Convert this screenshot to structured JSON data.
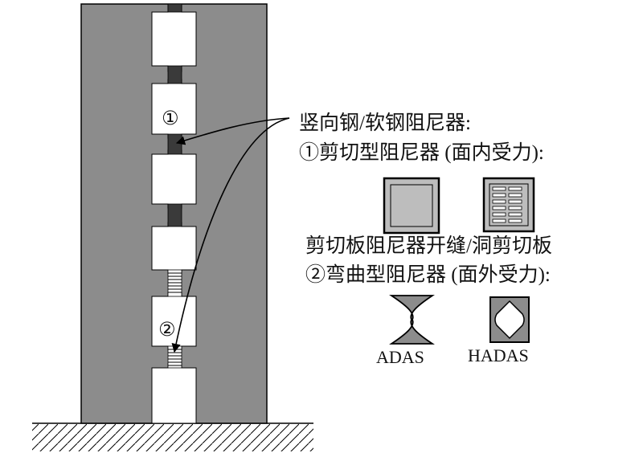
{
  "labels": {
    "vertical_damper": "竖向钢/软钢阻尼器:",
    "shear_damper": "①剪切型阻尼器 (面内受力):",
    "shear_types": "剪切板阻尼器开缝/洞剪切板",
    "bending_damper": "②弯曲型阻尼器 (面外受力):",
    "adas": "ADAS",
    "hadas": "HADAS"
  },
  "markers": {
    "one": "①",
    "two": "②"
  },
  "colors": {
    "wall": "#8c8c8c",
    "panel": "#bdbdbd",
    "damper_dark": "#3a3a3a",
    "opening": "#ffffff",
    "line": "#000000"
  }
}
